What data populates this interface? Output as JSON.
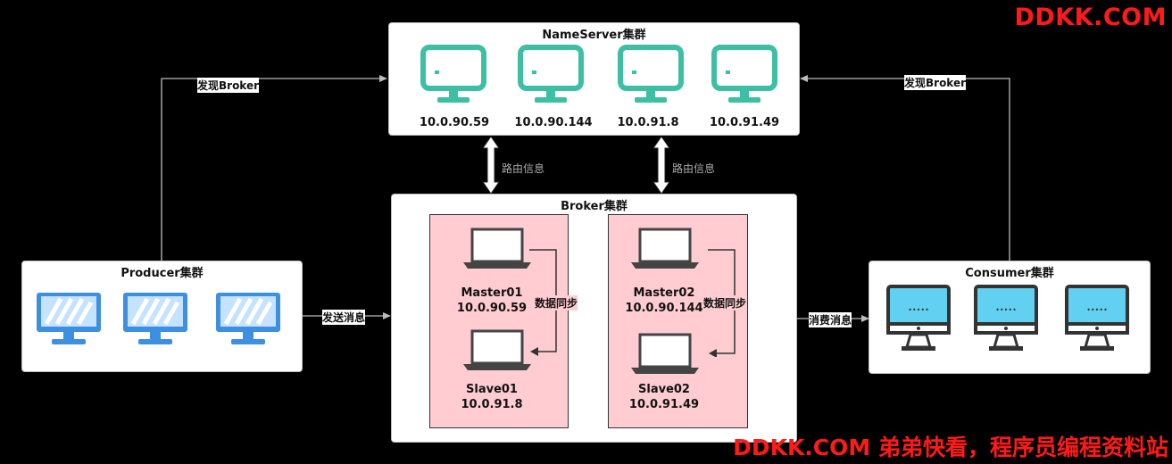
{
  "watermark_top": "DDKK.COM",
  "watermark_bottom": "DDKK.COM 弟弟快看，程序员编程资料站",
  "nameserver": {
    "title": "NameServer集群",
    "ips": [
      "10.0.90.59",
      "10.0.90.144",
      "10.0.91.8",
      "10.0.91.49"
    ]
  },
  "broker": {
    "title": "Broker集群",
    "group1": {
      "master": "Master01",
      "master_ip": "10.0.90.59",
      "slave": "Slave01",
      "slave_ip": "10.0.91.8",
      "sync": "数据同步"
    },
    "group2": {
      "master": "Master02",
      "master_ip": "10.0.90.144",
      "slave": "Slave02",
      "slave_ip": "10.0.91.49",
      "sync": "数据同步"
    }
  },
  "producer": {
    "title": "Producer集群"
  },
  "consumer": {
    "title": "Consumer集群"
  },
  "edges": {
    "producer_discover": "发现Broker",
    "consumer_discover": "发现Broker",
    "route_left": "路由信息",
    "route_right": "路由信息",
    "send": "发送消息",
    "consume": "消费消息"
  },
  "colors": {
    "server_teal": "#3dbfa4",
    "pc_blue": "#3d8fe0",
    "consumer_screen": "#62d0f0",
    "broker_group_bg": "#ffccd2"
  }
}
